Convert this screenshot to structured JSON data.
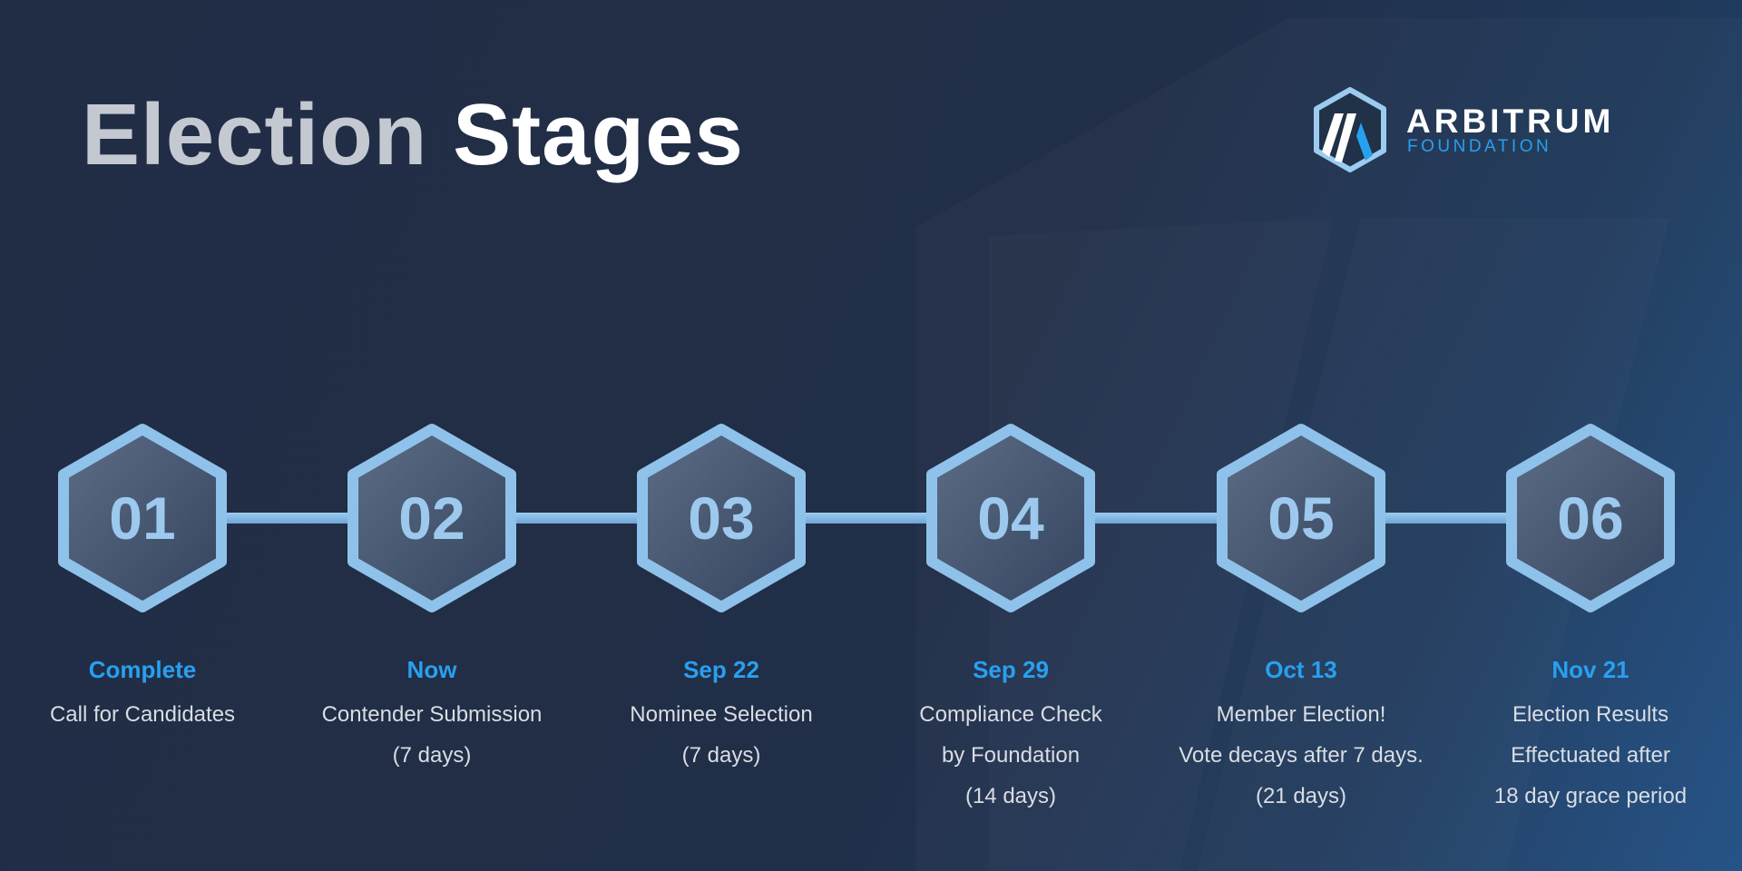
{
  "title": {
    "part1": "Election",
    "part2": "Stages"
  },
  "logo": {
    "name": "ARBITRUM",
    "sub": "FOUNDATION"
  },
  "colors": {
    "accent": "#28a0f0",
    "hex_border": "#8fc2ea",
    "background": "#212d45"
  },
  "stages": [
    {
      "number": "01",
      "date": "Complete",
      "lines": [
        "Call for Candidates"
      ]
    },
    {
      "number": "02",
      "date": "Now",
      "lines": [
        "Contender Submission",
        "(7 days)"
      ]
    },
    {
      "number": "03",
      "date": "Sep 22",
      "lines": [
        "Nominee Selection",
        "(7 days)"
      ]
    },
    {
      "number": "04",
      "date": "Sep 29",
      "lines": [
        "Compliance Check",
        "by Foundation",
        "(14 days)"
      ]
    },
    {
      "number": "05",
      "date": "Oct 13",
      "lines": [
        "Member Election!",
        "Vote decays after 7 days.",
        "(21 days)"
      ]
    },
    {
      "number": "06",
      "date": "Nov 21",
      "lines": [
        "Election Results",
        "Effectuated after",
        "18 day grace period"
      ]
    }
  ]
}
